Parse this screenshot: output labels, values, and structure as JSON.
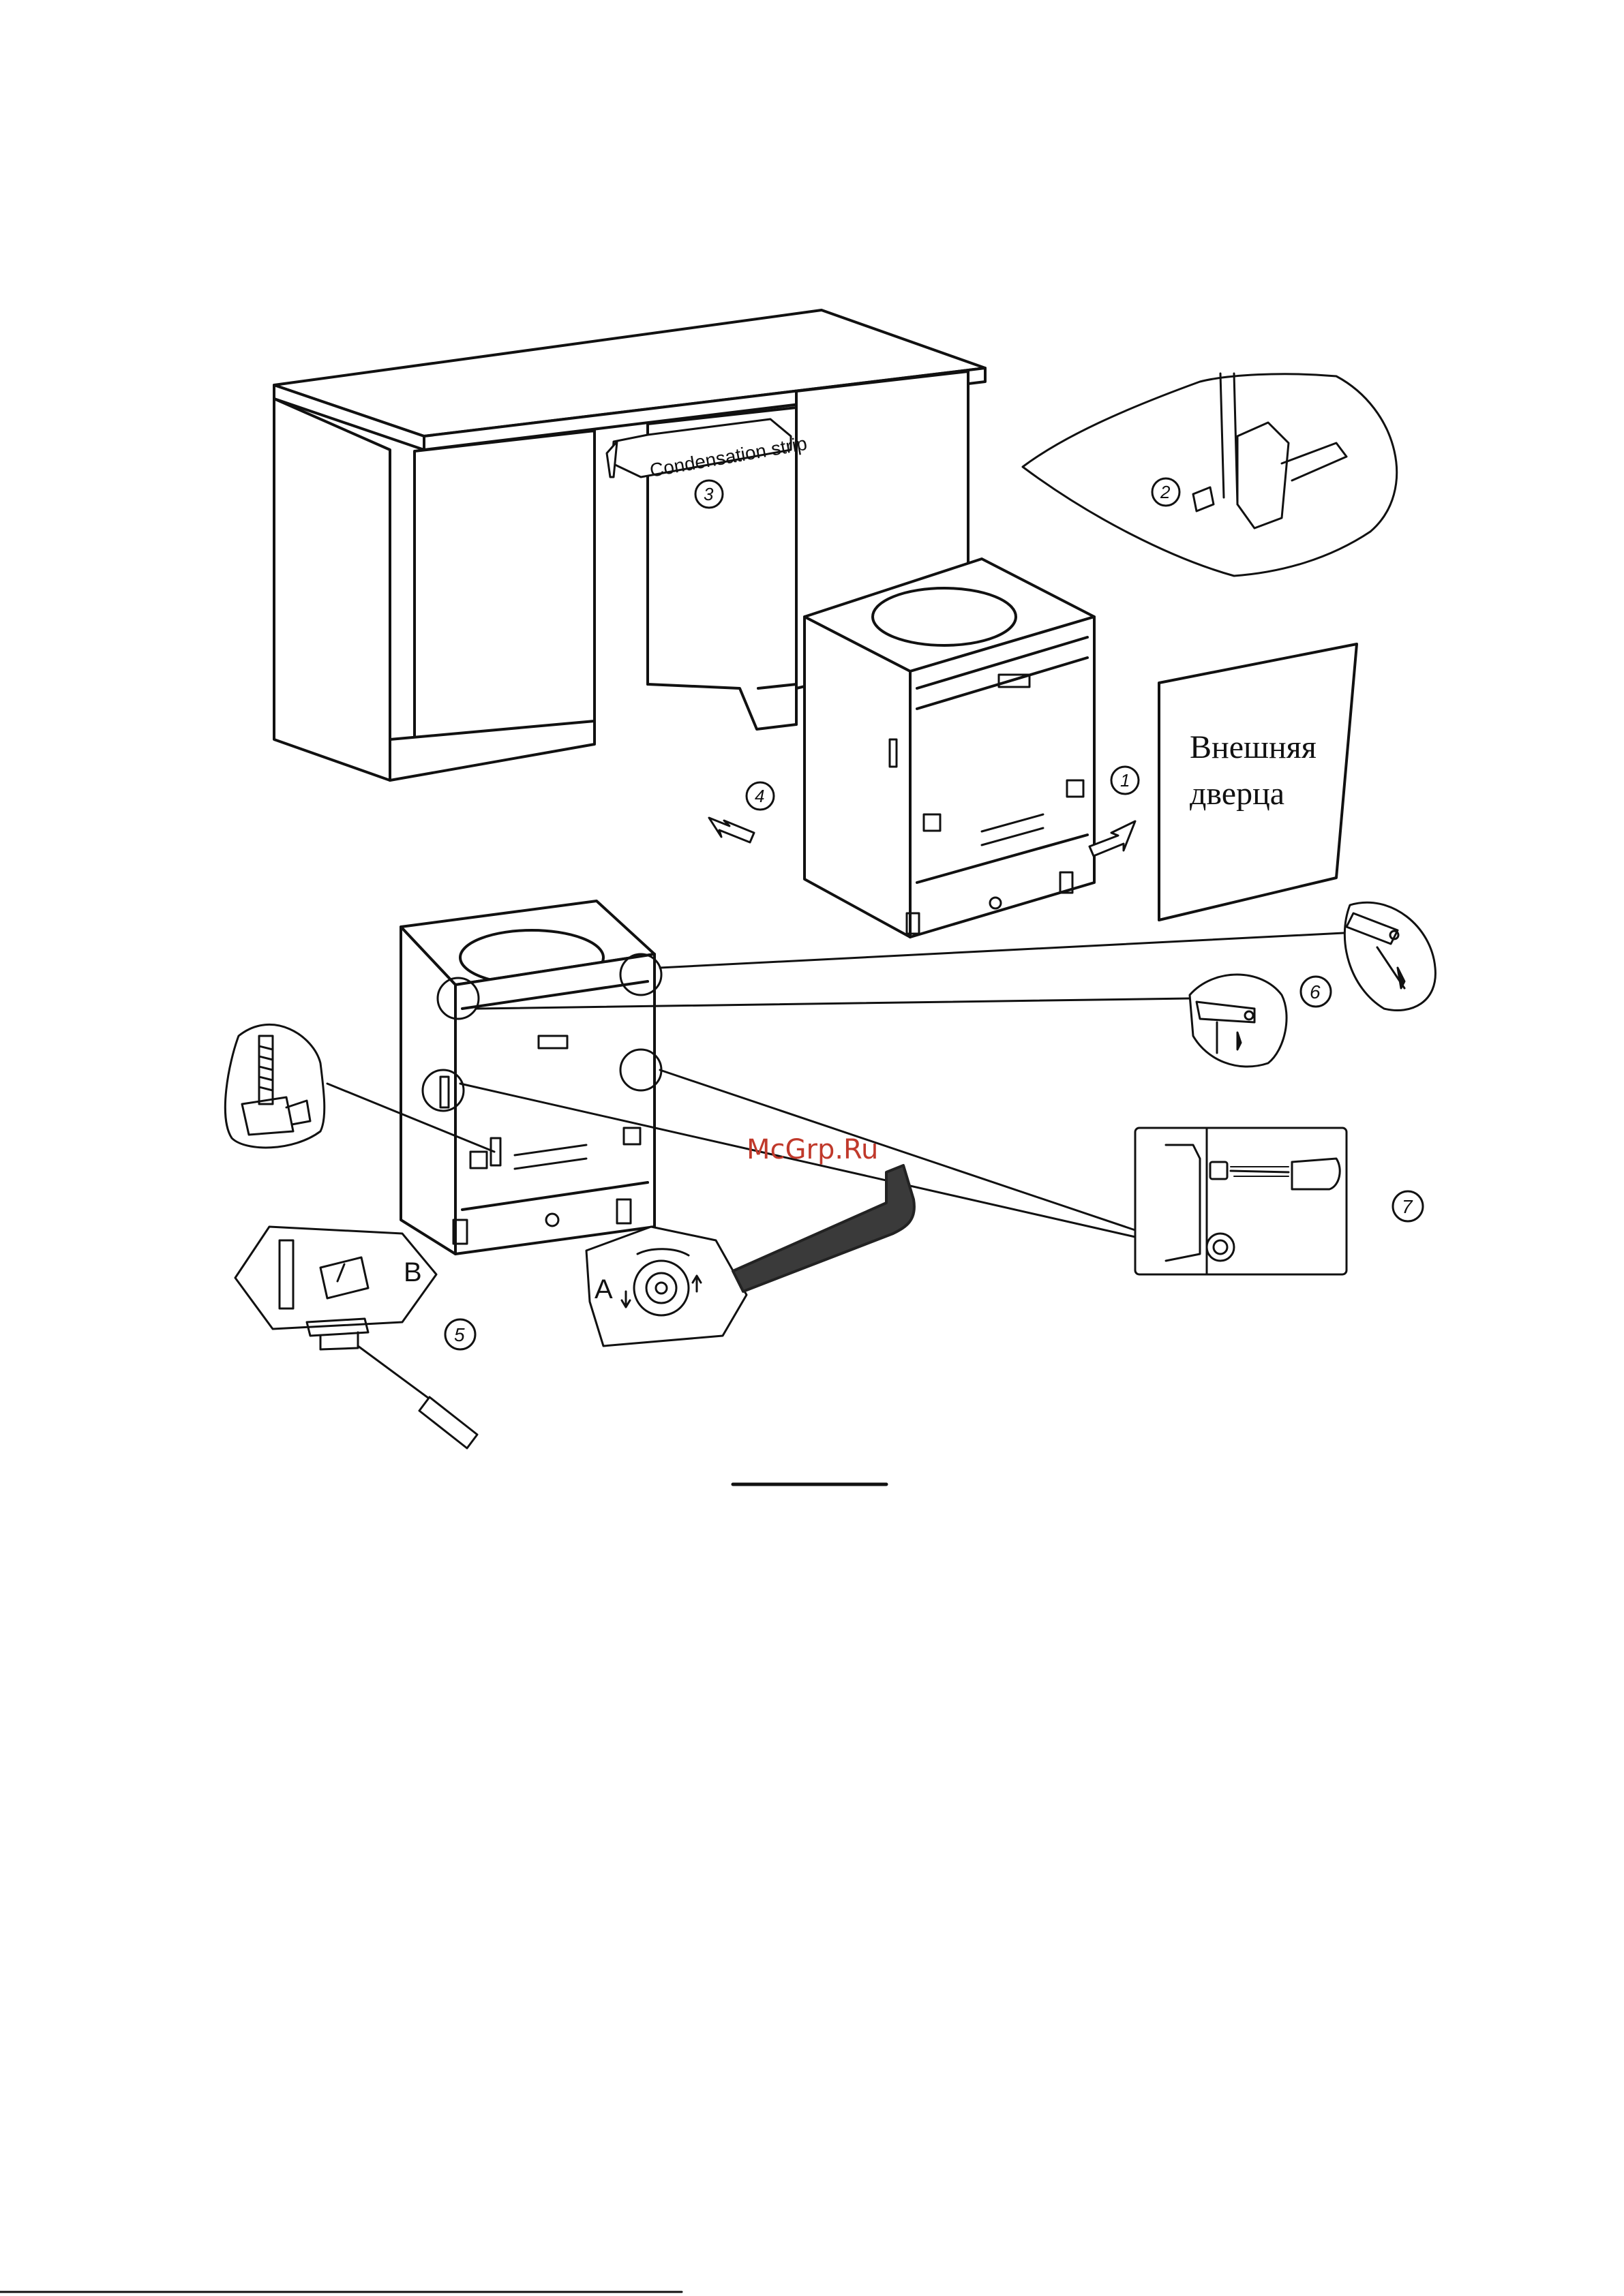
{
  "labels": {
    "condensation_strip": "Condensation strip",
    "outer_door_line1": "Внешняя",
    "outer_door_line2": "дверца",
    "watermark": "McGrp.Ru",
    "label_A": "A",
    "label_B": "B"
  },
  "steps": {
    "s1": "1",
    "s2": "2",
    "s3": "3",
    "s4": "4",
    "s5": "5",
    "s6": "6",
    "s7": "7"
  },
  "colors": {
    "line": "#111111",
    "watermark": "#c0392b",
    "wrench": "#3a3a3a"
  }
}
